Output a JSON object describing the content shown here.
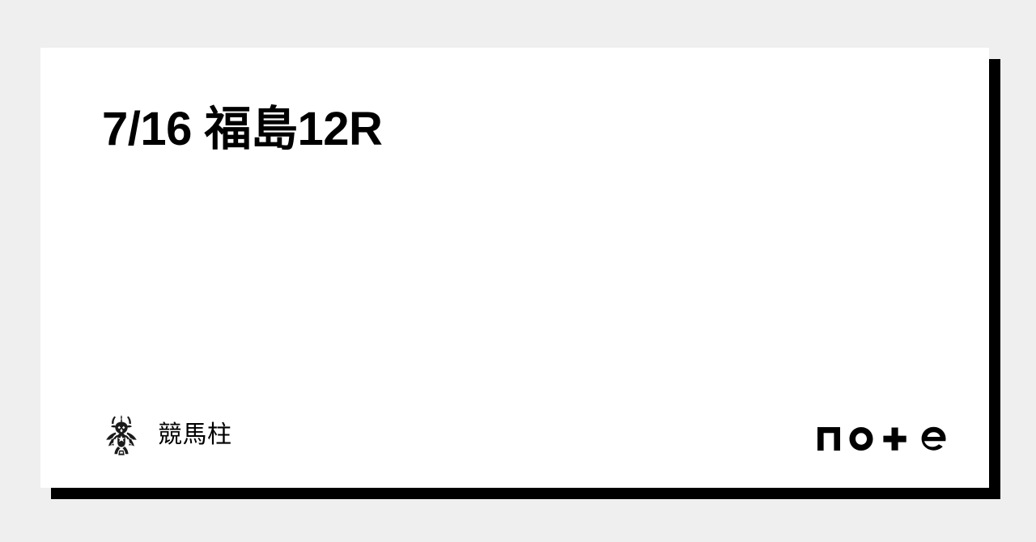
{
  "card": {
    "title": "7/16 福島12R",
    "author": {
      "name": "競馬柱",
      "avatar_icon": "baphomet-emblem-avatar"
    },
    "brand": {
      "logo_text": "note",
      "logo_icon": "note-logo"
    },
    "colors": {
      "background": "#efefef",
      "card_background": "#ffffff",
      "text": "#000000",
      "shadow": "#000000"
    }
  }
}
